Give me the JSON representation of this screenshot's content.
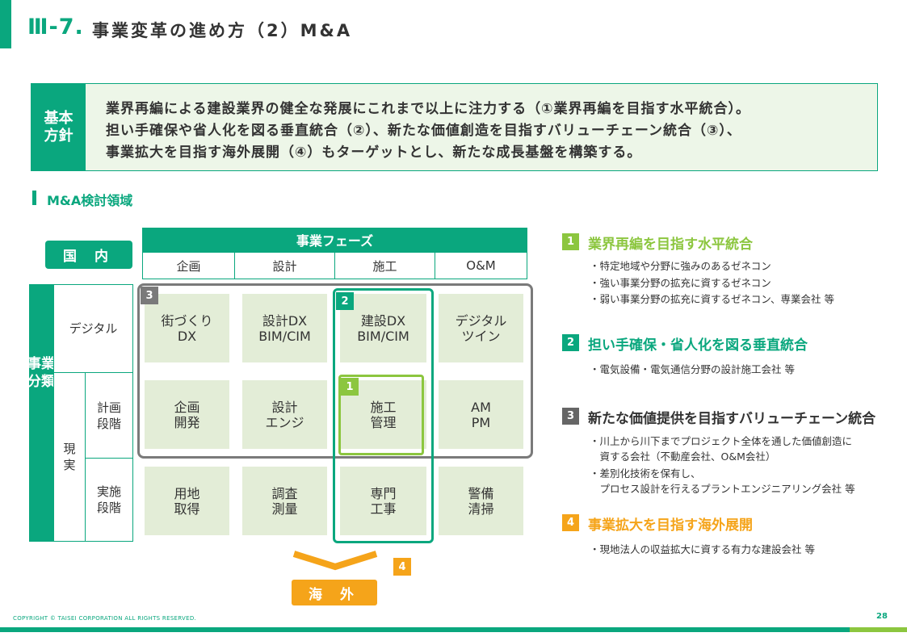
{
  "header": {
    "number": "Ⅲ-7.",
    "title": "事業変革の進め方（2）M&A"
  },
  "policy": {
    "label": "基本\n方針",
    "lines": [
      "業界再編による建設業界の健全な発展にこれまで以上に注力する（①業界再編を目指す水平統合）。",
      "担い手確保や省人化を図る垂直統合（②）、新たな価値創造を目指すバリューチェーン統合（③）、",
      "事業拡大を目指す海外展開（④）もターゲットとし、新たな成長基盤を構築する。"
    ]
  },
  "section": {
    "title": "M&A検討領域"
  },
  "matrix": {
    "domestic_label": "国 内",
    "phase_header": "事業フェーズ",
    "phases": [
      "企画",
      "設計",
      "施工",
      "O&M"
    ],
    "biz_label": "事業\n分類",
    "genjitsu_label": "現\n実",
    "rows": [
      {
        "label": "デジタル",
        "cells": [
          "街づくり\nDX",
          "設計DX\nBIM/CIM",
          "建設DX\nBIM/CIM",
          "デジタル\nツイン"
        ]
      },
      {
        "label": "計画\n段階",
        "cells": [
          "企画\n開発",
          "設計\nエンジ",
          "施工\n管理",
          "AM\nPM"
        ]
      },
      {
        "label": "実施\n段階",
        "cells": [
          "用地\n取得",
          "調査\n測量",
          "専門\n工事",
          "警備\n清掃"
        ]
      }
    ],
    "badges": {
      "b1": "1",
      "b2": "2",
      "b3": "3",
      "b4": "4"
    },
    "overseas_label": "海 外"
  },
  "legend": [
    {
      "num": "1",
      "color": "#8cc63f",
      "title": "業界再編を目指す水平統合",
      "bullets": [
        "・特定地域や分野に強みのあるゼネコン",
        "・強い事業分野の拡充に資するゼネコン",
        "・弱い事業分野の拡充に資するゼネコン、専業会社 等"
      ]
    },
    {
      "num": "2",
      "color": "#0aa77e",
      "title": "担い手確保・省人化を図る垂直統合",
      "bullets": [
        "・電気設備・電気通信分野の設計施工会社 等"
      ]
    },
    {
      "num": "3",
      "color": "#666666",
      "title": "新たな価値提供を目指すバリューチェーン統合",
      "bullets": [
        "・川上から川下までプロジェクト全体を通した価値創造に",
        "　資する会社（不動産会社、O&M会社）",
        "・差別化技術を保有し、",
        "　プロセス設計を行えるプラントエンジニアリング会社 等"
      ]
    },
    {
      "num": "4",
      "color": "#f5a41a",
      "title": "事業拡大を目指す海外展開",
      "bullets": [
        "・現地法人の収益拡大に資する有力な建設会社 等"
      ]
    }
  ],
  "footer": {
    "copyright": "COPYRIGHT © TAISEI CORPORATION ALL RIGHTS RESERVED.",
    "page": "28"
  }
}
